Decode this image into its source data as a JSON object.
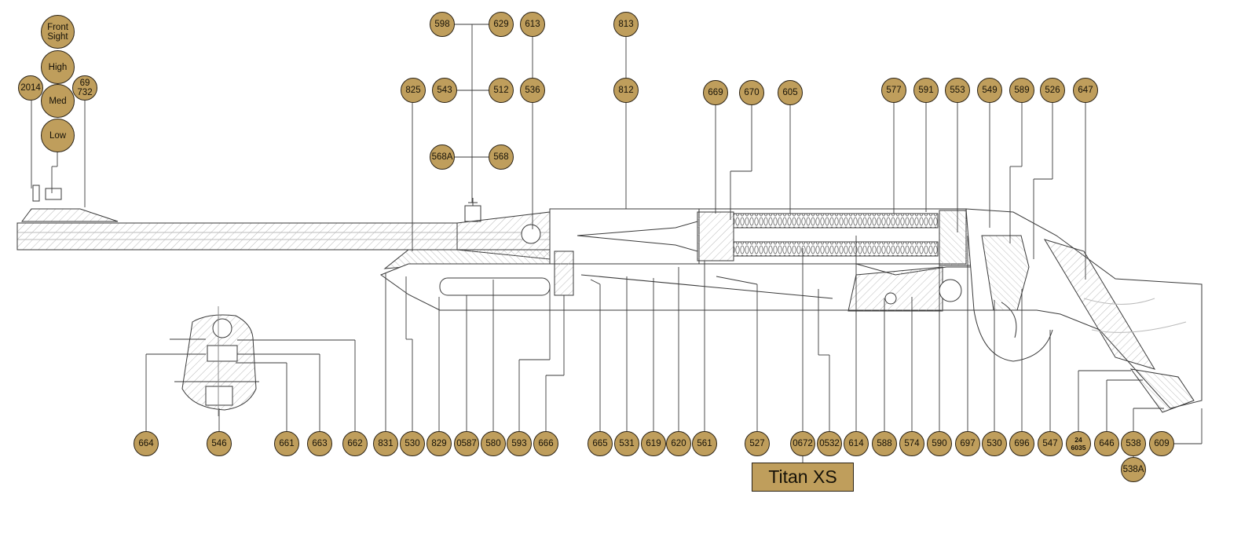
{
  "title": "Titan XS",
  "colors": {
    "badge_fill": "#bf9e5c",
    "badge_border": "#2b2316",
    "line": "#3a3a3a",
    "hatch": "#9a9a9a"
  },
  "callouts": [
    {
      "id": "front-sight",
      "label": "Front\nSight"
    },
    {
      "id": "high",
      "label": "High"
    },
    {
      "id": "med",
      "label": "Med"
    },
    {
      "id": "low",
      "label": "Low"
    },
    {
      "id": "2014",
      "label": "2014"
    },
    {
      "id": "69-732",
      "label": "69\n732"
    },
    {
      "id": "598",
      "label": "598"
    },
    {
      "id": "629",
      "label": "629"
    },
    {
      "id": "613",
      "label": "613"
    },
    {
      "id": "813",
      "label": "813"
    },
    {
      "id": "825",
      "label": "825"
    },
    {
      "id": "543",
      "label": "543"
    },
    {
      "id": "512",
      "label": "512"
    },
    {
      "id": "536",
      "label": "536"
    },
    {
      "id": "812",
      "label": "812"
    },
    {
      "id": "568a",
      "label": "568A"
    },
    {
      "id": "568",
      "label": "568"
    },
    {
      "id": "669",
      "label": "669"
    },
    {
      "id": "670",
      "label": "670"
    },
    {
      "id": "605",
      "label": "605"
    },
    {
      "id": "577",
      "label": "577"
    },
    {
      "id": "591",
      "label": "591"
    },
    {
      "id": "553",
      "label": "553"
    },
    {
      "id": "549",
      "label": "549"
    },
    {
      "id": "589",
      "label": "589"
    },
    {
      "id": "526",
      "label": "526"
    },
    {
      "id": "647",
      "label": "647"
    },
    {
      "id": "664",
      "label": "664"
    },
    {
      "id": "546",
      "label": "546"
    },
    {
      "id": "661",
      "label": "661"
    },
    {
      "id": "663",
      "label": "663"
    },
    {
      "id": "662",
      "label": "662"
    },
    {
      "id": "831",
      "label": "831"
    },
    {
      "id": "530-a",
      "label": "530"
    },
    {
      "id": "829",
      "label": "829"
    },
    {
      "id": "0587",
      "label": "0587"
    },
    {
      "id": "580",
      "label": "580"
    },
    {
      "id": "593",
      "label": "593"
    },
    {
      "id": "666",
      "label": "666"
    },
    {
      "id": "665",
      "label": "665"
    },
    {
      "id": "531",
      "label": "531"
    },
    {
      "id": "619",
      "label": "619"
    },
    {
      "id": "620",
      "label": "620"
    },
    {
      "id": "561",
      "label": "561"
    },
    {
      "id": "527",
      "label": "527"
    },
    {
      "id": "0672",
      "label": "0672"
    },
    {
      "id": "0532",
      "label": "0532"
    },
    {
      "id": "614",
      "label": "614"
    },
    {
      "id": "588",
      "label": "588"
    },
    {
      "id": "574",
      "label": "574"
    },
    {
      "id": "590",
      "label": "590"
    },
    {
      "id": "697",
      "label": "697"
    },
    {
      "id": "530-b",
      "label": "530"
    },
    {
      "id": "696",
      "label": "696"
    },
    {
      "id": "547",
      "label": "547"
    },
    {
      "id": "24-6035",
      "label": "24\n6035"
    },
    {
      "id": "646",
      "label": "646"
    },
    {
      "id": "538",
      "label": "538"
    },
    {
      "id": "609",
      "label": "609"
    },
    {
      "id": "538a",
      "label": "538A"
    }
  ]
}
